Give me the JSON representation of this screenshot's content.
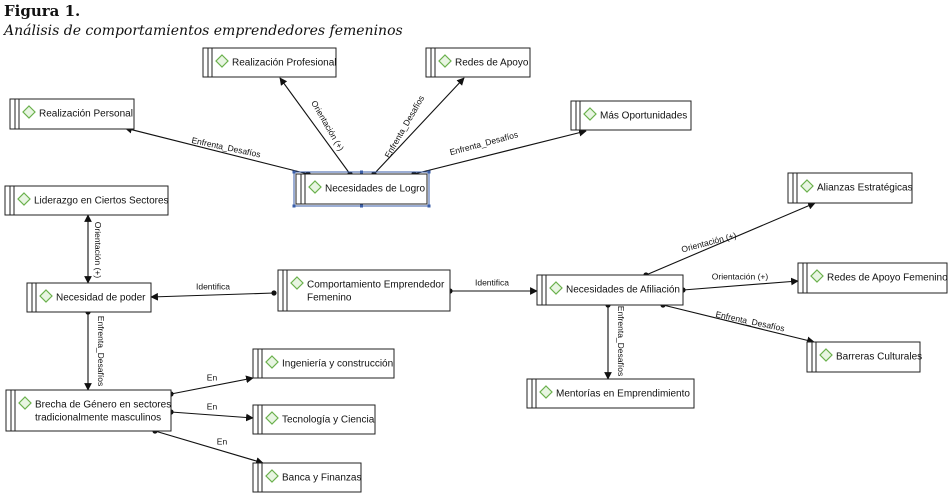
{
  "figure": {
    "label": "Figura 1.",
    "title": "Análisis de comportamientos emprendedores femeninos"
  },
  "nodes": {
    "realizacion_personal": {
      "label": "Realización Personal"
    },
    "realizacion_profesional": {
      "label": "Realización Profesional"
    },
    "redes_de_apoyo": {
      "label": "Redes de Apoyo"
    },
    "mas_oportunidades": {
      "label": "Más Oportunidades"
    },
    "necesidades_de_logro": {
      "label": "Necesidades de Logro"
    },
    "liderazgo": {
      "label": "Liderazgo en Ciertos Sectores"
    },
    "alianzas": {
      "label": "Alianzas Estratégicas"
    },
    "necesidad_de_poder": {
      "label": "Necesidad de poder"
    },
    "comportamiento": {
      "label": [
        "Comportamiento Emprendedor",
        "Femenino"
      ]
    },
    "necesidades_afiliacion": {
      "label": "Necesidades de Afiliación"
    },
    "redes_apoyo_femenino": {
      "label": "Redes de Apoyo Femenino"
    },
    "barreras_culturales": {
      "label": "Barreras Culturales"
    },
    "mentorias": {
      "label": "Mentorías en Emprendimiento"
    },
    "ingenieria": {
      "label": "Ingeniería y construcción"
    },
    "tecnologia": {
      "label": "Tecnología y Ciencia"
    },
    "brecha": {
      "label": [
        "Brecha de Género en sectores",
        "tradicionalmente masculinos"
      ]
    },
    "banca": {
      "label": "Banca y Finanzas"
    }
  },
  "edges": [
    {
      "from": "necesidades_de_logro",
      "to": "realizacion_personal",
      "label": "Enfrenta_Desafíos"
    },
    {
      "from": "necesidades_de_logro",
      "to": "realizacion_profesional",
      "label": "Orientación (+)"
    },
    {
      "from": "necesidades_de_logro",
      "to": "redes_de_apoyo",
      "label": "Enfrenta_Desafíos"
    },
    {
      "from": "necesidades_de_logro",
      "to": "mas_oportunidades",
      "label": "Enfrenta_Desafíos"
    },
    {
      "from": "necesidad_de_poder",
      "to": "liderazgo",
      "label": "Orientación (+)"
    },
    {
      "from": "comportamiento",
      "to": "necesidad_de_poder",
      "label": "Identifica"
    },
    {
      "from": "comportamiento",
      "to": "necesidades_afiliacion",
      "label": "Identifica"
    },
    {
      "from": "necesidades_afiliacion",
      "to": "alianzas",
      "label": "Orientación (+)"
    },
    {
      "from": "necesidades_afiliacion",
      "to": "redes_apoyo_femenino",
      "label": "Orientación (+)"
    },
    {
      "from": "necesidades_afiliacion",
      "to": "barreras_culturales",
      "label": "Enfrenta_Desafíos"
    },
    {
      "from": "necesidades_afiliacion",
      "to": "mentorias",
      "label": "Enfrenta_Desafíos"
    },
    {
      "from": "necesidad_de_poder",
      "to": "brecha",
      "label": "Enfrenta_Desafíos"
    },
    {
      "from": "brecha",
      "to": "ingenieria",
      "label": "En"
    },
    {
      "from": "brecha",
      "to": "tecnologia",
      "label": "En"
    },
    {
      "from": "brecha",
      "to": "banca",
      "label": "En"
    }
  ]
}
